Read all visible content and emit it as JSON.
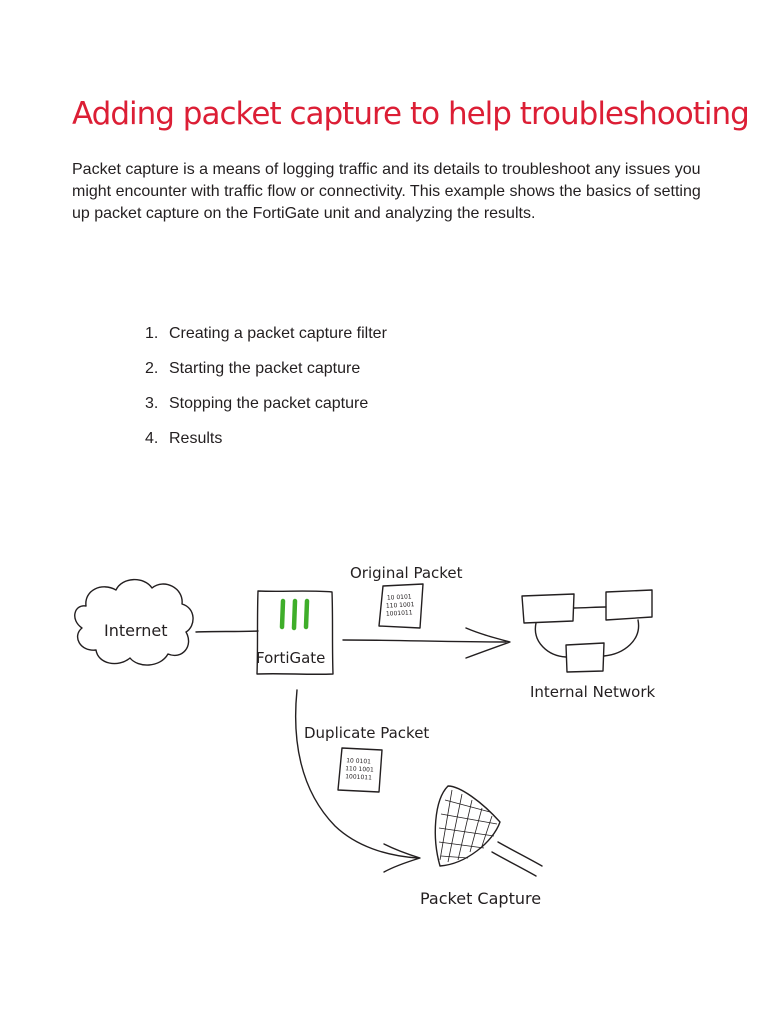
{
  "title": "Adding packet capture to help troubleshooting",
  "intro": "Packet capture is a means of logging traffic and its details to troubleshoot any issues you might encounter with traffic flow or connectivity. This example shows the basics of setting up packet capture on the FortiGate unit and analyzing the results.",
  "steps": [
    {
      "number": "1.",
      "label": "Creating a packet capture filter"
    },
    {
      "number": "2.",
      "label": "Starting the packet capture"
    },
    {
      "number": "3.",
      "label": "Stopping the packet capture"
    },
    {
      "number": "4.",
      "label": "Results"
    }
  ],
  "diagram": {
    "internet_label": "Internet",
    "fortigate_label": "FortiGate",
    "original_packet_label": "Original Packet",
    "internal_network_label": "Internal Network",
    "duplicate_packet_label": "Duplicate Packet",
    "packet_capture_label": "Packet Capture",
    "packet_line_1": "10 0101",
    "packet_line_2": "110 1001",
    "packet_line_3": "1001011"
  },
  "colors": {
    "title": "#dc1e35",
    "fortigate_logo": "#3fae2a",
    "text": "#231f20"
  }
}
